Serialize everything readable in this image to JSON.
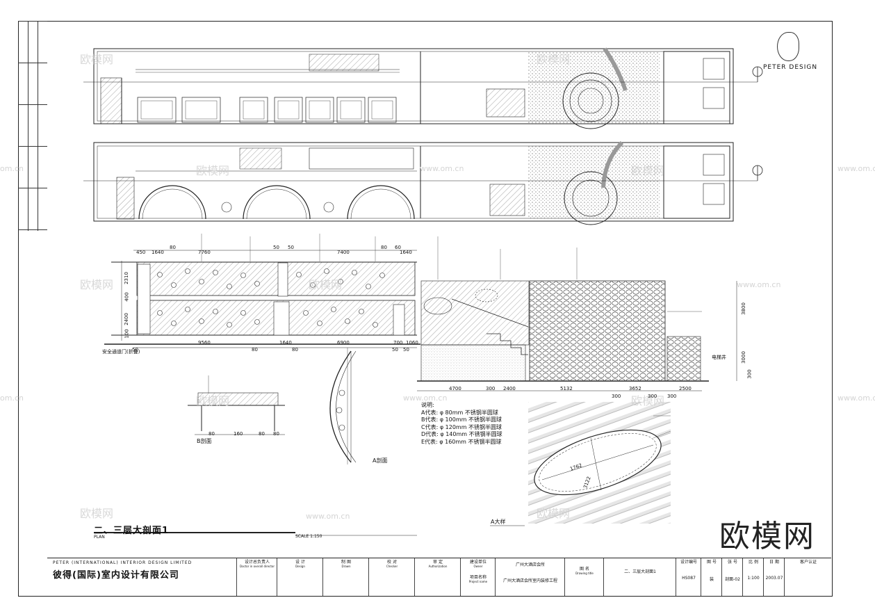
{
  "logo": {
    "text": "PETER DESIGN"
  },
  "watermarks": {
    "cn": "欧模网",
    "url": "www.om.cn",
    "url_short": "om.cn",
    "brand": "欧模网"
  },
  "elevation_dims": {
    "top_row": [
      "450",
      "1640",
      "80",
      "7760",
      "50",
      "50",
      "7400",
      "80",
      "60",
      "1640"
    ],
    "bottom_row": [
      "9560",
      "1640",
      "6900",
      "700",
      "1060"
    ],
    "bottom_row_small": [
      "80",
      "80",
      "50",
      "50",
      "50"
    ],
    "left_col": [
      "2310",
      "400",
      "2400",
      "100"
    ],
    "safety_label": "安全通道门(折叠)"
  },
  "stair_dims": {
    "bottom": [
      "4700",
      "300",
      "2400",
      "5132",
      "3652",
      "2500"
    ],
    "bottom_small": [
      "300",
      "300",
      "300"
    ],
    "right": [
      "3800",
      "3000",
      "300"
    ],
    "right_label": "电梯井"
  },
  "sections": {
    "b_label": "B剖面",
    "b_dims": [
      "80",
      "160",
      "80",
      "80"
    ],
    "a_label": "A剖面",
    "detail_label": "A大样",
    "detail_dims": [
      "1762",
      "3122"
    ]
  },
  "legend": {
    "title": "说明:",
    "items": [
      "A代表: φ 80mm 不锈钢半圆球",
      "B代表: φ 100mm 不锈钢半圆球",
      "C代表: φ 120mm 不锈钢半圆球",
      "D代表: φ 140mm 不锈钢半圆球",
      "E代表: φ 160mm 不锈钢半圆球"
    ]
  },
  "drawing": {
    "title": "二、三层大剖面1",
    "subtitle": "PLAN",
    "scale": "SCALE 1:150"
  },
  "titleblock": {
    "company_en": "PETER (INTERNATIONAL) INTERIOR DESIGN LIMITED",
    "company_cn": "彼得(国际)室内设计有限公司",
    "cells": [
      {
        "cn": "设计总负责人",
        "en": "Doctor in overall director"
      },
      {
        "cn": "设 计",
        "en": "Design"
      },
      {
        "cn": "制 图",
        "en": "Drawn"
      },
      {
        "cn": "校 对",
        "en": "Checker"
      },
      {
        "cn": "审 定",
        "en": "Authorization"
      },
      {
        "cn": "建设单位",
        "en": "Owner"
      },
      {
        "cn": "广州大酒店会所",
        "en": ""
      },
      {
        "cn": "项目名称",
        "en": "Project name"
      },
      {
        "cn": "广州大酒店会所室内装修工程",
        "en": ""
      },
      {
        "cn": "图 名",
        "en": "Drawing title"
      },
      {
        "cn": "二、三层大剖面1",
        "en": ""
      }
    ],
    "right_headers": [
      "设计编号",
      "图 号",
      "张 号",
      "比 例",
      "日 期",
      "客户认证"
    ],
    "right_values": [
      "HS087",
      "装",
      "剖面-02",
      "1:100",
      "2003.07",
      ""
    ]
  }
}
